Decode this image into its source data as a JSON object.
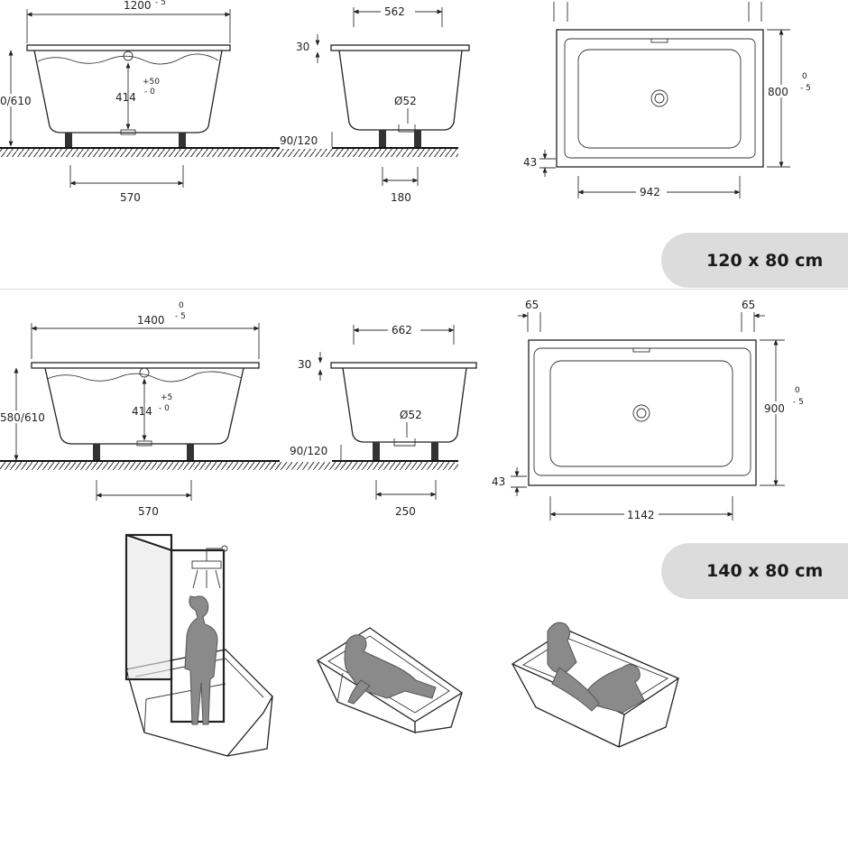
{
  "sizes": {
    "top_label": "120 x 80 cm",
    "bottom_label": "140 x 80 cm"
  },
  "top": {
    "length": "1200",
    "length_tol_low": "- 5",
    "height": "0/610",
    "depth": "414",
    "depth_tol_high": "+50",
    "depth_tol_low": "- 0",
    "feet_span": "570",
    "rim": "30",
    "width_side": "562",
    "drain": "Ø52",
    "leg_height": "90/120",
    "side_feet": "180",
    "plan_width": "942",
    "plan_height": "800",
    "plan_tol_high": "0",
    "plan_tol_low": "- 5",
    "plan_offset": "43"
  },
  "bottom": {
    "length": "1400",
    "length_tol_high": "0",
    "length_tol_low": "- 5",
    "height": "580/610",
    "depth": "414",
    "depth_tol_high": "+5",
    "depth_tol_low": "- 0",
    "feet_span": "570",
    "rim": "30",
    "width_side": "662",
    "drain": "Ø52",
    "leg_height": "90/120",
    "side_feet": "250",
    "plan_width": "1142",
    "plan_height": "900",
    "plan_tol_high": "0",
    "plan_tol_low": "- 5",
    "plan_offset": "43",
    "margin_left": "65",
    "margin_right": "65"
  },
  "colors": {
    "pill_bg": "#dcdcdc",
    "line": "#222222",
    "figure": "#8a8a8a"
  }
}
